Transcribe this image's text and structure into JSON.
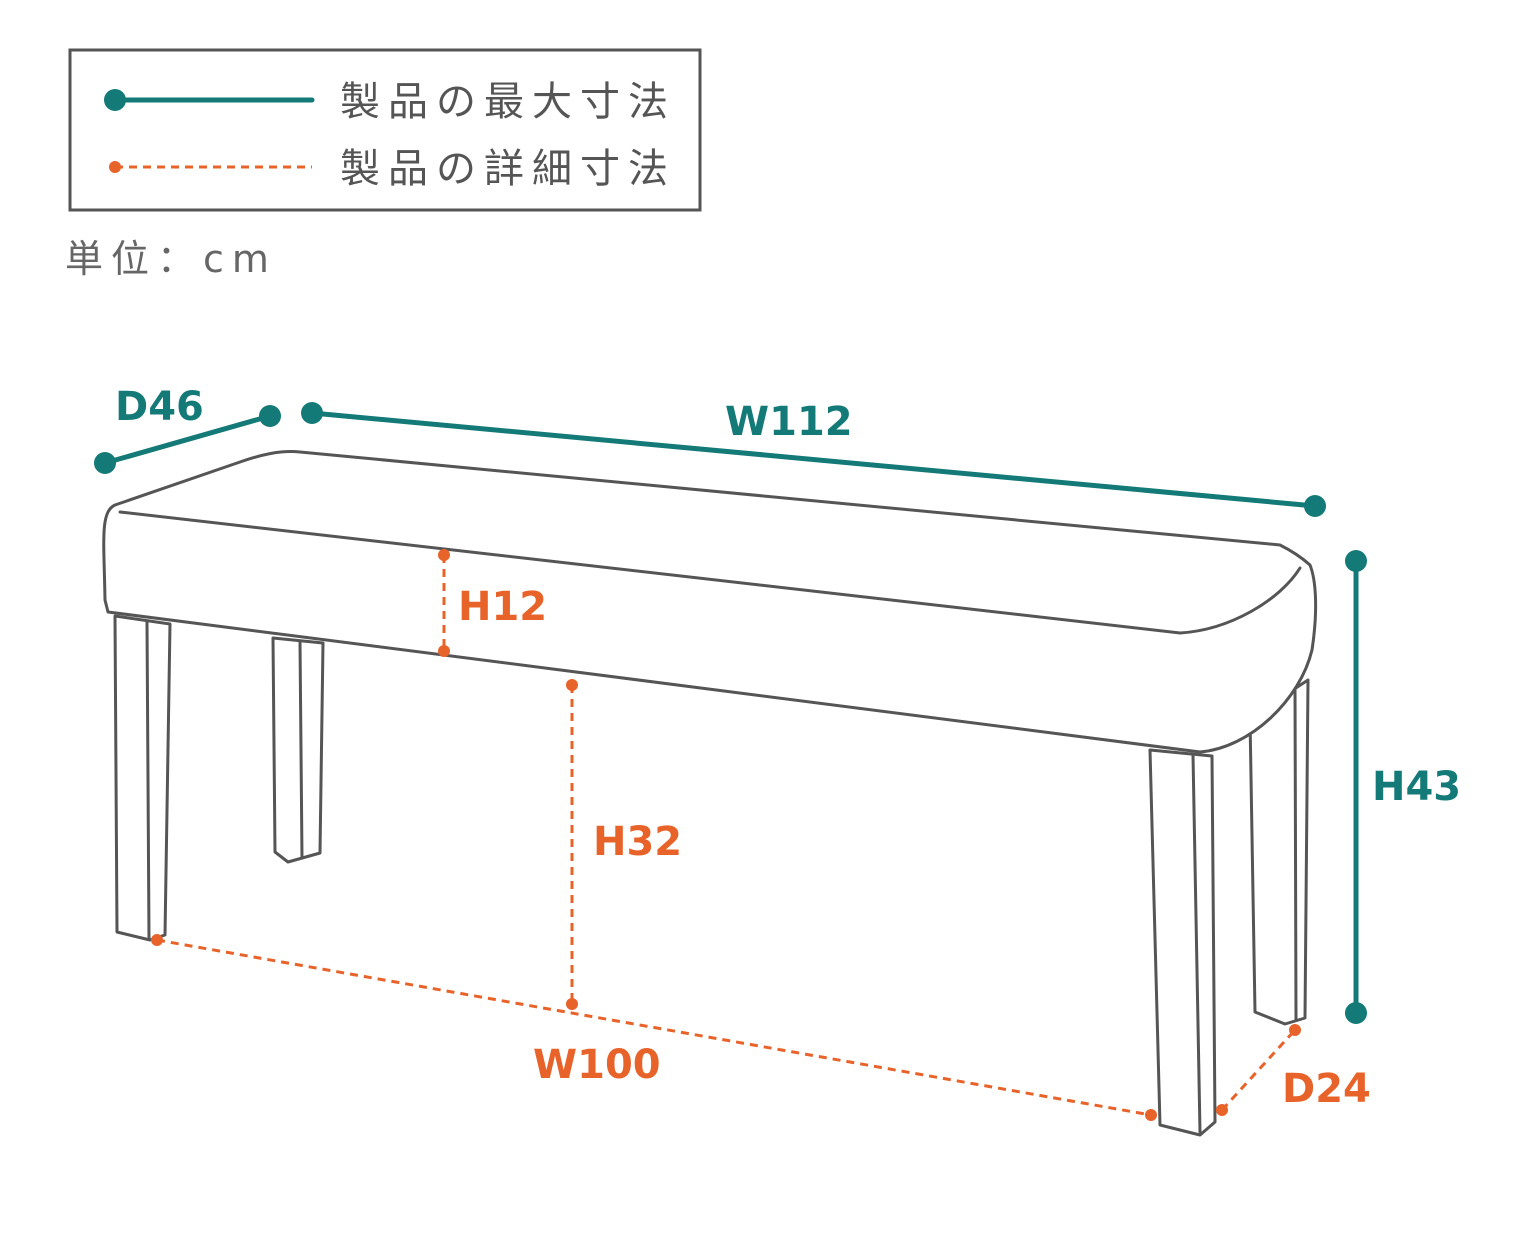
{
  "legend": {
    "max_label": "製品の最大寸法",
    "detail_label": "製品の詳細寸法"
  },
  "unit": "単位：cm",
  "colors": {
    "max": "#137a78",
    "detail": "#e8632a",
    "outline": "#555555"
  },
  "dimensions": {
    "max": {
      "depth": "D46",
      "width": "W112",
      "height": "H43"
    },
    "detail": {
      "seat_thickness": "H12",
      "leg_height": "H32",
      "leg_span_width": "W100",
      "leg_span_depth": "D24"
    }
  }
}
